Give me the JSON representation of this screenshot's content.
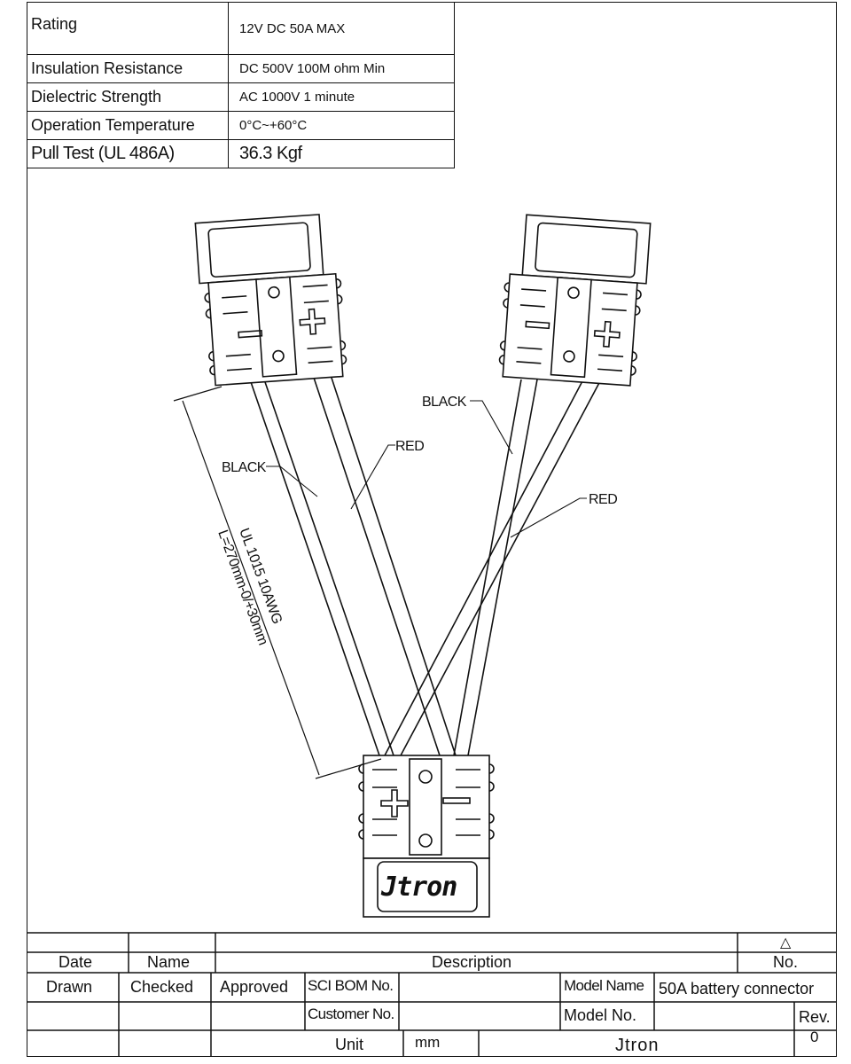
{
  "spec_table": {
    "rows": [
      {
        "label": "Rating",
        "value": "12V DC 50A MAX"
      },
      {
        "label": "Insulation Resistance",
        "value": "DC 500V 100M ohm Min"
      },
      {
        "label": "Dielectric Strength",
        "value": "AC 1000V 1 minute"
      },
      {
        "label": "Operation Temperature",
        "value": "0°C~+60°C"
      },
      {
        "label": "Pull Test (UL 486A)",
        "value": "36.3 Kgf"
      }
    ]
  },
  "drawing": {
    "labels": {
      "black_left": "BLACK",
      "red_left": "RED",
      "black_right": "BLACK",
      "red_right": "RED"
    },
    "wire_spec": "UL 1015 10AWG",
    "length_spec": "L=270mm-0/+30mm",
    "logo_text": "Jtron",
    "polarity_plus": "+",
    "polarity_minus": "−"
  },
  "title_block": {
    "revision_symbol": "△",
    "headers": {
      "date": "Date",
      "name": "Name",
      "description": "Description",
      "no": "No."
    },
    "roles": {
      "drawn": "Drawn",
      "checked": "Checked",
      "approved": "Approved"
    },
    "sci_bom_label": "SCI BOM No.",
    "customer_no_label": "Customer No.",
    "model_name_label": "Model Name",
    "model_name_value": "50A battery connector",
    "model_no_label": "Model No.",
    "rev_label": "Rev.",
    "rev_value": "0",
    "unit_label": "Unit",
    "unit_value": "mm",
    "company": "Jtron"
  },
  "colors": {
    "ink": "#111111",
    "paper": "#ffffff"
  }
}
